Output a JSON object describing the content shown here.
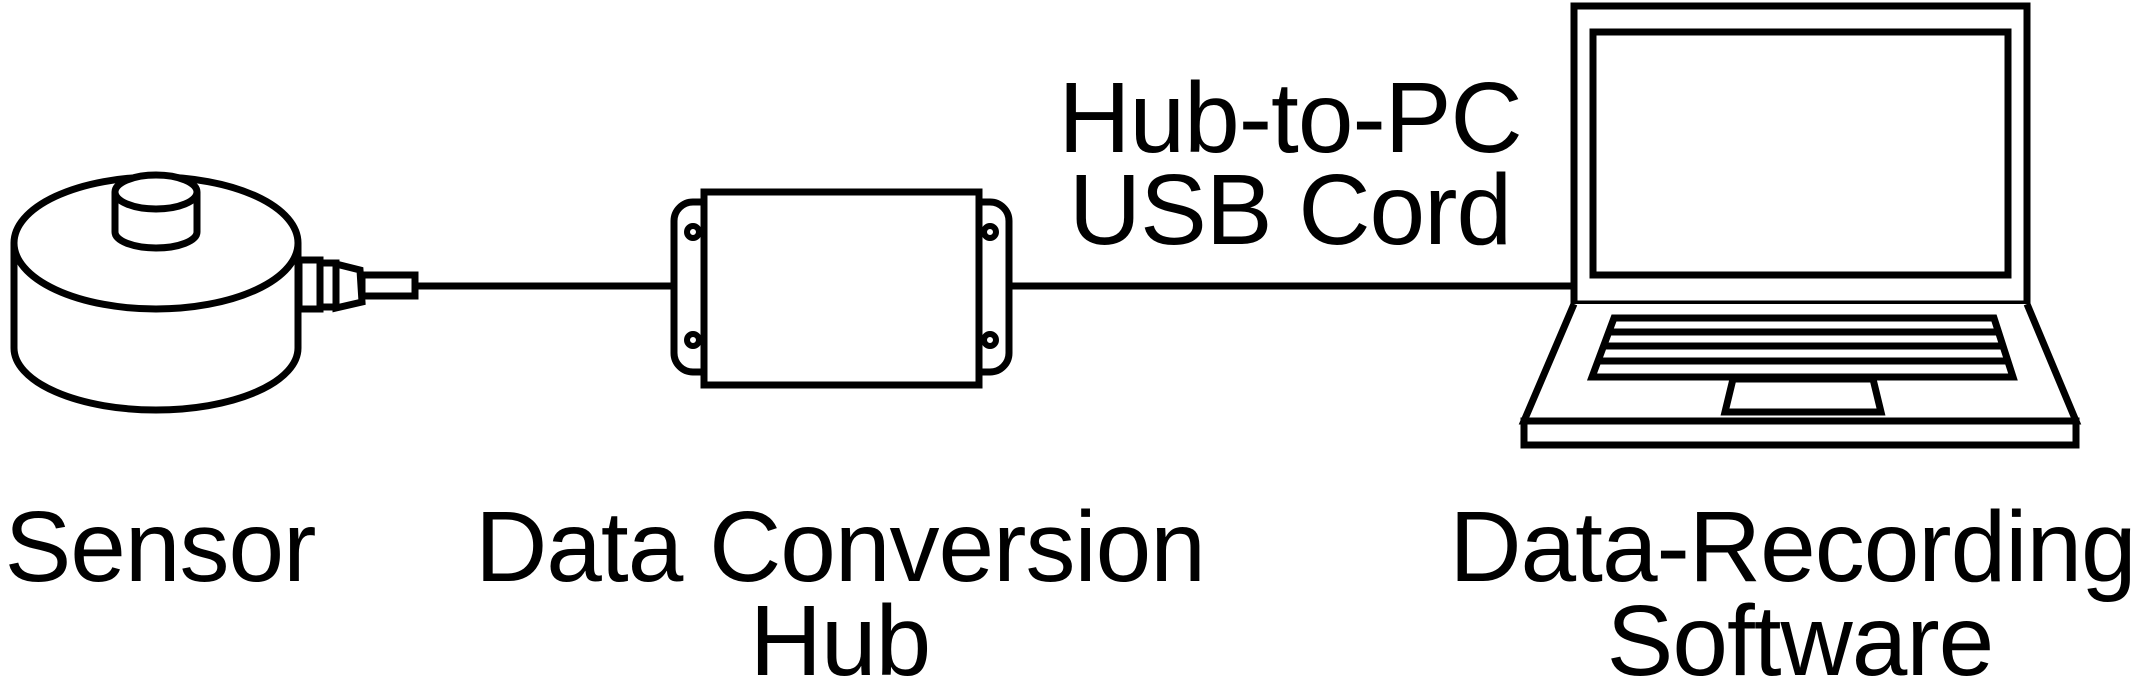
{
  "diagram": {
    "cord_label_line1": "Hub-to-PC",
    "cord_label_line2": "USB Cord",
    "sensor_label": "Sensor",
    "hub_label_line1": "Data Conversion",
    "hub_label_line2": "Hub",
    "software_label_line1": "Data-Recording",
    "software_label_line2": "Software"
  },
  "colors": {
    "stroke": "#000000",
    "background": "#ffffff"
  }
}
